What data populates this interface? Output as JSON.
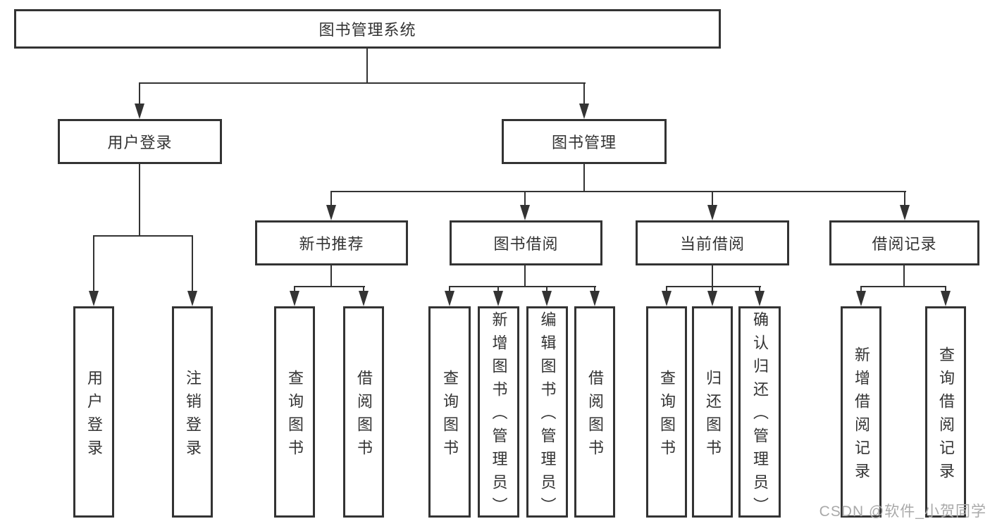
{
  "diagram": {
    "type": "tree-hierarchy",
    "colors": {
      "line": "#333333",
      "box_background": "#ffffff",
      "text": "#333333",
      "watermark": "#a9a9a9"
    },
    "nodes": [
      {
        "id": "root",
        "label": "图书管理系统",
        "level": 1,
        "parent": null
      },
      {
        "id": "user-login",
        "label": "用户登录",
        "level": 2,
        "parent": "root"
      },
      {
        "id": "book-management",
        "label": "图书管理",
        "level": 2,
        "parent": "root"
      },
      {
        "id": "new-book-recommend",
        "label": "新书推荐",
        "level": 3,
        "parent": "book-management"
      },
      {
        "id": "book-borrowing",
        "label": "图书借阅",
        "level": 3,
        "parent": "book-management"
      },
      {
        "id": "current-borrowing",
        "label": "当前借阅",
        "level": 3,
        "parent": "book-management"
      },
      {
        "id": "borrowing-records",
        "label": "借阅记录",
        "level": 3,
        "parent": "book-management"
      },
      {
        "id": "leaf-user-login",
        "label": "用户登录",
        "level": 4,
        "parent": "user-login"
      },
      {
        "id": "leaf-logout",
        "label": "注销登录",
        "level": 4,
        "parent": "user-login"
      },
      {
        "id": "leaf-query-book-a",
        "label": "查询图书",
        "level": 4,
        "parent": "new-book-recommend"
      },
      {
        "id": "leaf-borrow-book-a",
        "label": "借阅图书",
        "level": 4,
        "parent": "new-book-recommend"
      },
      {
        "id": "leaf-query-book-b",
        "label": "查询图书",
        "level": 4,
        "parent": "book-borrowing"
      },
      {
        "id": "leaf-add-book",
        "label": "新增图书（管理员）",
        "level": 4,
        "parent": "book-borrowing"
      },
      {
        "id": "leaf-edit-book",
        "label": "编辑图书（管理员）",
        "level": 4,
        "parent": "book-borrowing"
      },
      {
        "id": "leaf-borrow-book-b",
        "label": "借阅图书",
        "level": 4,
        "parent": "book-borrowing"
      },
      {
        "id": "leaf-query-book-c",
        "label": "查询图书",
        "level": 4,
        "parent": "current-borrowing"
      },
      {
        "id": "leaf-return-book",
        "label": "归还图书",
        "level": 4,
        "parent": "current-borrowing"
      },
      {
        "id": "leaf-confirm-return",
        "label": "确认归还（管理员）",
        "level": 4,
        "parent": "current-borrowing"
      },
      {
        "id": "leaf-add-borrow-record",
        "label": "新增借阅记录",
        "level": 4,
        "parent": "borrowing-records"
      },
      {
        "id": "leaf-query-borrow-record",
        "label": "查询借阅记录",
        "level": 4,
        "parent": "borrowing-records"
      }
    ],
    "watermark": {
      "text": "CSDN @软件_小贺同学"
    }
  }
}
